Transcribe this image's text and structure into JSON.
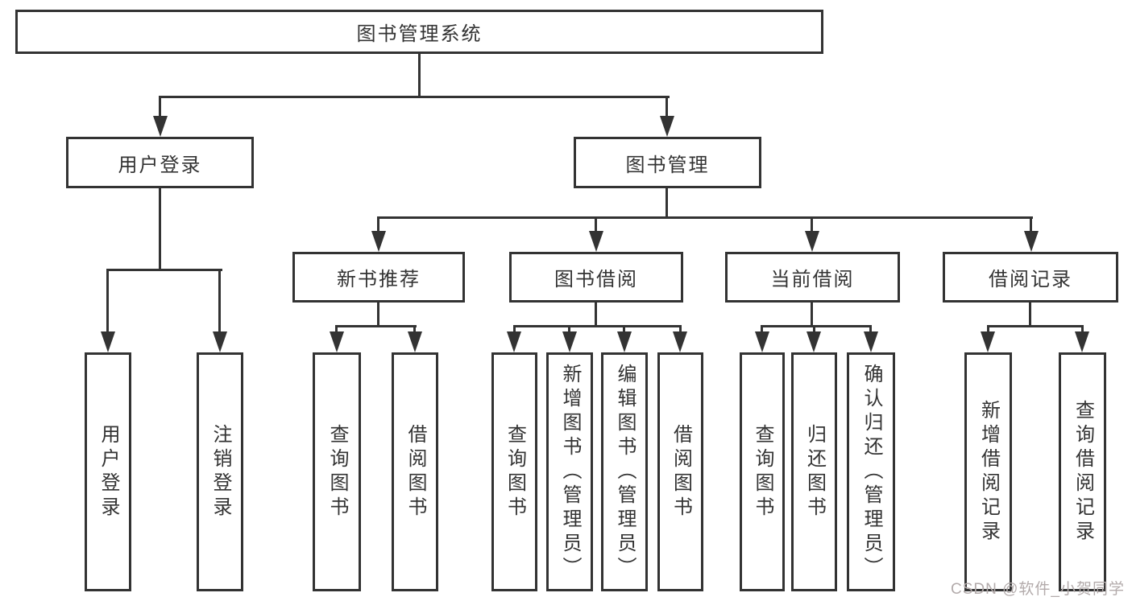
{
  "diagram": {
    "root": "图书管理系统",
    "user_login": {
      "label": "用户登录",
      "children": [
        "用户登录",
        "注销登录"
      ]
    },
    "book_mgmt": {
      "label": "图书管理",
      "children": [
        {
          "label": "新书推荐",
          "children": [
            "查询图书",
            "借阅图书"
          ]
        },
        {
          "label": "图书借阅",
          "children": [
            "查询图书",
            "新增图书（管理员）",
            "编辑图书（管理员）",
            "借阅图书"
          ]
        },
        {
          "label": "当前借阅",
          "children": [
            "查询图书",
            "归还图书",
            "确认归还（管理员）"
          ]
        },
        {
          "label": "借阅记录",
          "children": [
            "新增借阅记录",
            "查询借阅记录"
          ]
        }
      ]
    }
  },
  "watermark": "CSDN @软件_小贺同学",
  "colors": {
    "line": "#333333",
    "text": "#333333",
    "watermark": "#b3abab",
    "background": "#ffffff"
  }
}
